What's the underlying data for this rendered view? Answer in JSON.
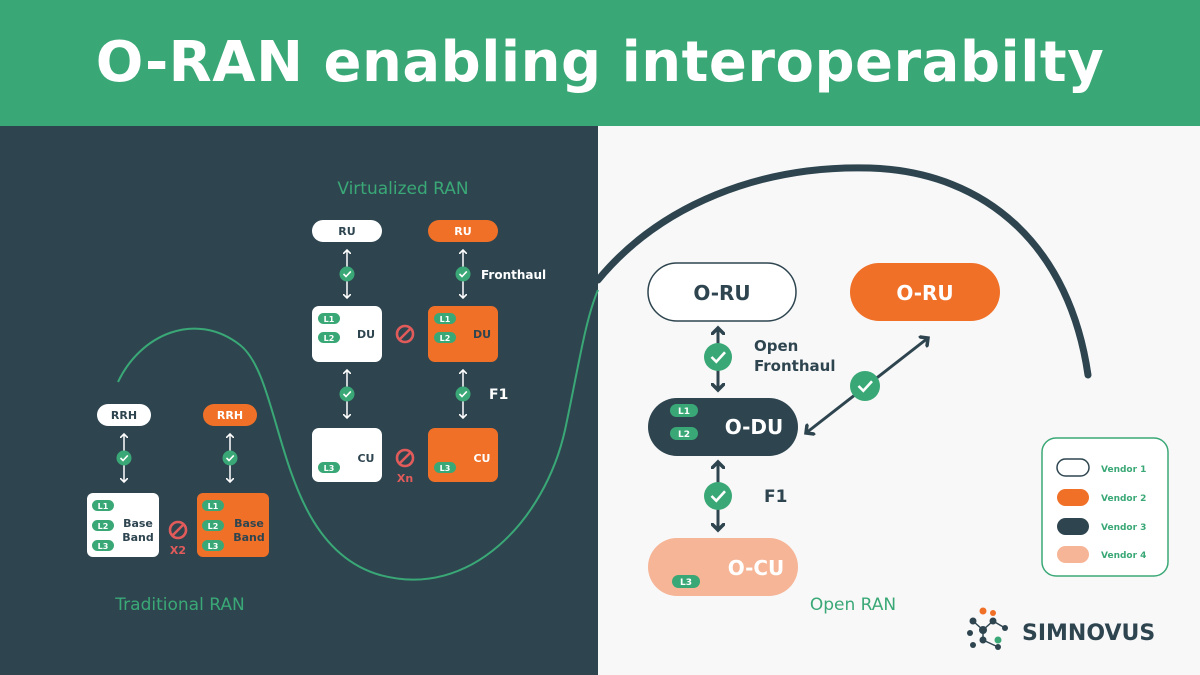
{
  "title": "O-RAN enabling interoperabilty",
  "colors": {
    "green": "#3aa876",
    "dark": "#2e4550",
    "orange": "#f07028",
    "peach": "#f6b596",
    "white": "#ffffff",
    "red": "#e25b5b"
  },
  "traditional": {
    "caption": "Traditional RAN",
    "rrh1": "RRH",
    "rrh2": "RRH",
    "bb_label": "Base\nBand",
    "bb1_line1": "Base",
    "bb1_line2": "Band",
    "bb2_line1": "Base",
    "bb2_line2": "Band",
    "layers": [
      "L1",
      "L2",
      "L3"
    ],
    "interface": "X2"
  },
  "virtualized": {
    "caption": "Virtualized RAN",
    "ru1": "RU",
    "ru2": "RU",
    "du1": "DU",
    "du2": "DU",
    "cu1": "CU",
    "cu2": "CU",
    "fronthaul": "Fronthaul",
    "f1": "F1",
    "xn": "Xn",
    "l1": "L1",
    "l2": "L2",
    "l3": "L3"
  },
  "open": {
    "caption": "Open RAN",
    "oru1": "O-RU",
    "oru2": "O-RU",
    "odu": "O-DU",
    "ocu": "O-CU",
    "fronthaul_line1": "Open",
    "fronthaul_line2": "Fronthaul",
    "f1": "F1",
    "l1": "L1",
    "l2": "L2",
    "l3": "L3"
  },
  "legend": [
    {
      "label": "Vendor 1",
      "color": "#ffffff"
    },
    {
      "label": "Vendor 2",
      "color": "#f07028"
    },
    {
      "label": "Vendor 3",
      "color": "#2e4550"
    },
    {
      "label": "Vendor 4",
      "color": "#f6b596"
    }
  ],
  "brand": "SIMNOVUS"
}
